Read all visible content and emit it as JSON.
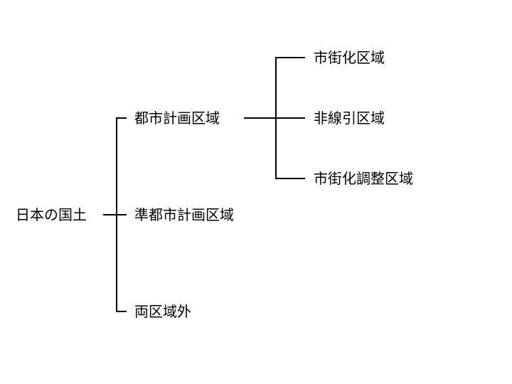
{
  "tree": {
    "root": "日本の国土",
    "level1": {
      "toshi": "都市計画区域",
      "jun": "準都市計画区域",
      "ryougai": "両区域外"
    },
    "level2": {
      "shigaika": "市街化区域",
      "hisenbiki": "非線引区域",
      "chousei": "市街化調整区域"
    }
  },
  "colors": {
    "line": "#000000",
    "text": "#000000",
    "background": "#ffffff"
  }
}
